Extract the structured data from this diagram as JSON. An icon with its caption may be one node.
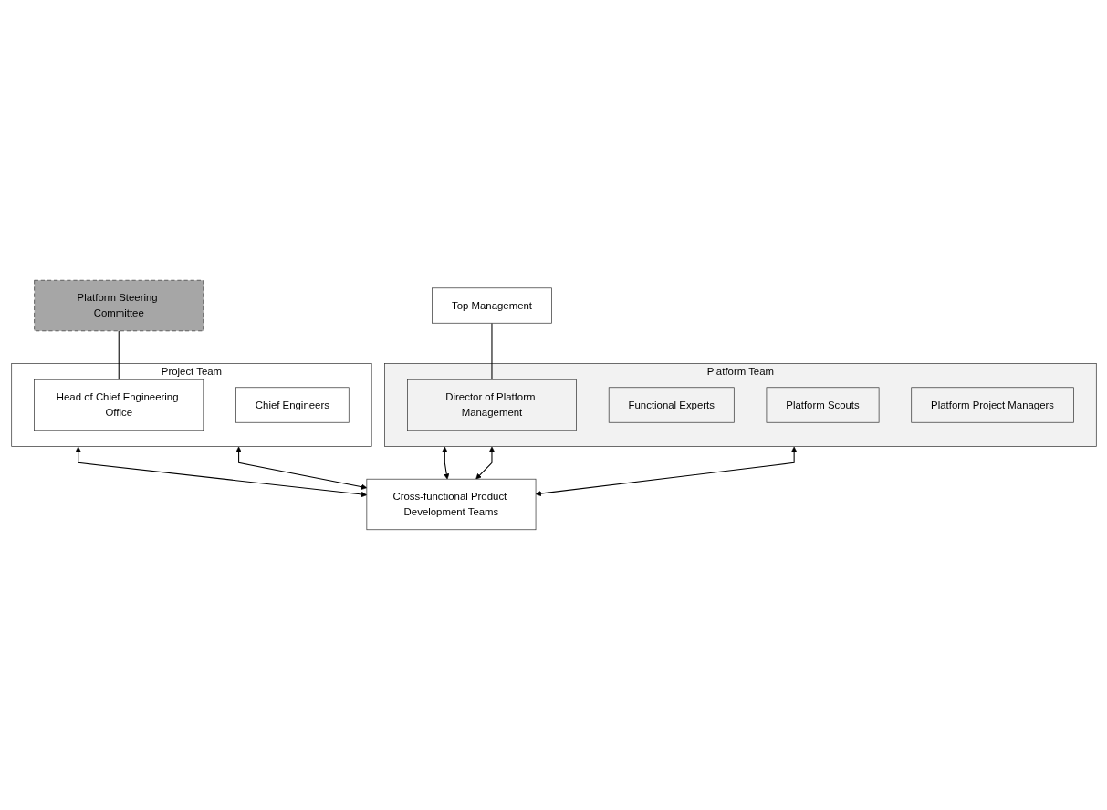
{
  "diagram": {
    "nodes": [
      {
        "text": [
          "Top Management"
        ]
      },
      {
        "text": [
          "Platform Steering Committee"
        ]
      },
      {
        "text": [
          "Project Team"
        ]
      },
      {
        "text": [
          "Head of Chief Engineering Office"
        ],
        "in": 2
      },
      {
        "text": [
          "Chief Engineers"
        ],
        "in": 2
      },
      {
        "text": [
          "Platform Team"
        ]
      },
      {
        "text": [
          "Director of Platform Management"
        ],
        "in": 5
      },
      {
        "text": [
          "Functional Experts"
        ],
        "in": 5
      },
      {
        "text": [
          "Platform Scouts"
        ],
        "in": 5
      },
      {
        "text": [
          "Platform Project Managers"
        ],
        "in": 5
      },
      {
        "text": [
          "Cross-functional Product Development Teams"
        ]
      }
    ],
    "edges": [
      {
        "from": 0,
        "to": 6,
        "arrow": "none"
      },
      {
        "from": 1,
        "to": 3,
        "arrow": "none"
      },
      {
        "from": 2,
        "to": 10,
        "arrow": "both"
      },
      {
        "from": 2,
        "to": 10,
        "arrow": "both"
      },
      {
        "from": 5,
        "to": 10,
        "arrow": "both"
      },
      {
        "from": 5,
        "to": 10,
        "arrow": "both"
      },
      {
        "from": 5,
        "to": 10,
        "arrow": "both"
      }
    ]
  }
}
